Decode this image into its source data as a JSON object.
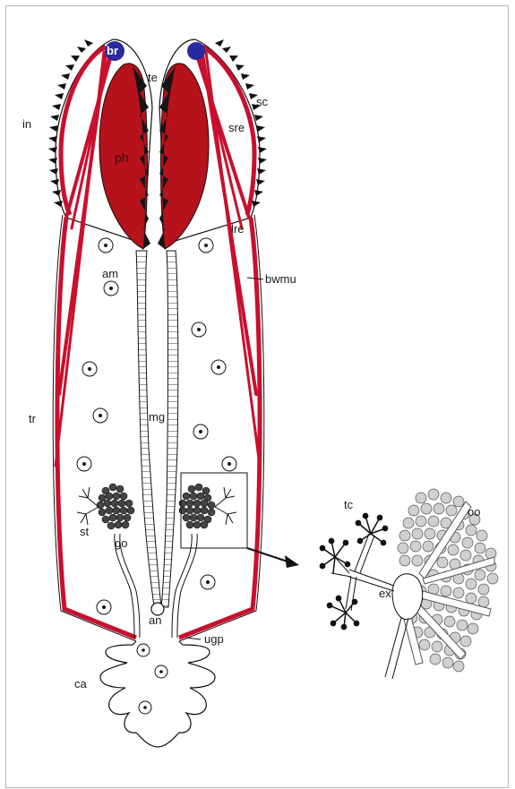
{
  "labels": {
    "br": "br",
    "te": "te",
    "sc": "sc",
    "in": "in",
    "sre": "sre",
    "ph": "ph",
    "lre": "lre",
    "am": "am",
    "bwmu": "bwmu",
    "tr": "tr",
    "mg": "mg",
    "st": "st",
    "go": "go",
    "an": "an",
    "ugp": "ugp",
    "ca": "ca",
    "tc": "tc",
    "oo": "oo",
    "ex": "ex"
  },
  "colors": {
    "muscle_red": "#c8102e",
    "pharynx_red": "#b5121b",
    "brain_blue": "#2a2aa0",
    "teeth_black": "#151515",
    "oocyte_grey": "#d0d0d0"
  }
}
